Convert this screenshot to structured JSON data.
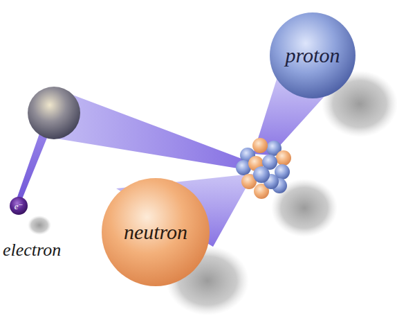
{
  "diagram": {
    "nodes": [
      {
        "text": [
          "proton"
        ]
      },
      {
        "text": [
          "neutron"
        ]
      },
      {
        "text": [
          "e⁻",
          "electron"
        ]
      }
    ]
  }
}
